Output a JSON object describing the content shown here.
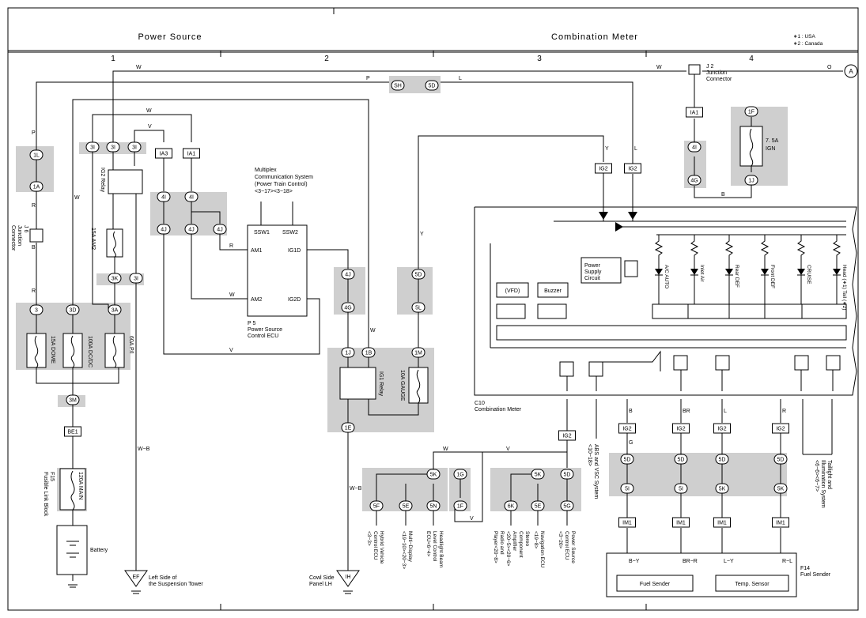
{
  "header": {
    "section_left": "Power Source",
    "section_right": "Combination Meter",
    "notes": [
      "∗1 : USA",
      "∗2 : Canada"
    ],
    "columns": [
      "1",
      "2",
      "3",
      "4"
    ]
  },
  "connectors": {
    "c_1L": "1L",
    "c_1A": "1A",
    "c_3I_a": "3I",
    "c_3I_b": "3I",
    "c_3I_c": "3I",
    "c_IA3": "IA3",
    "c_IA1_a": "IA1",
    "c_IA1_b": "IA1",
    "c_4I_a": "4I",
    "c_4J_a": "4J",
    "c_4I_b": "4I",
    "c_4J_b": "4J",
    "c_4J_c": "4J",
    "c_3K": "3K",
    "c_3I_d": "3I",
    "c_3": "3",
    "c_3D": "3D",
    "c_3A": "3A",
    "c_3M": "3M",
    "c_BE1": "BE1",
    "c_SH": "SH",
    "c_5D_top": "5D",
    "c_4J_d": "4J",
    "c_4G": "4G",
    "c_5D_m": "5D",
    "c_5L": "5L",
    "c_1J": "1J",
    "c_1B": "1B",
    "c_1M": "1M",
    "c_1E": "1E",
    "c_IG2_a": "IG2",
    "c_IG2_b": "IG2",
    "c_4I_c": "4I",
    "c_4G_c": "4G",
    "c_1F": "1F",
    "c_1J_b": "1J",
    "c_IG2_c": "IG2",
    "c_IG2_d": "IG2",
    "c_IG2_e": "IG2",
    "c_IG2_f": "IG2",
    "c_IG2_g": "IG2",
    "c_5D_1": "5D",
    "c_5D_2": "5D",
    "c_5D_3": "5D",
    "c_5D_4": "5D",
    "c_5I_1": "5I",
    "c_5I_2": "5I",
    "c_5K_1": "5K",
    "c_5K_2": "5K",
    "c_IM1_1": "IM1",
    "c_IM1_2": "IM1",
    "c_IM1_3": "IM1",
    "c_IM1_4": "IM1",
    "c_5K_a": "5K",
    "c_5F": "5F",
    "c_5E_a": "5E",
    "c_5N": "5N",
    "c_1G": "1G",
    "c_1F_b": "1F",
    "c_5K_b": "5K",
    "c_5D_b": "5D",
    "c_6K": "6K",
    "c_5E_b": "5E",
    "c_5G": "5G"
  },
  "components": {
    "ig2_relay": "IG2 Relay",
    "am2": "15A AM2",
    "dome": "15A DOME",
    "dcdc": "100A DC/DC",
    "pi": "60A P/I",
    "main": "120A MAIN",
    "fuse_7_5": [
      "7. 5A",
      "IGN"
    ],
    "ig1_relay": "IG1 Relay",
    "gauge": "10A GAUGE",
    "battery": "Battery",
    "j2": [
      "J 2",
      "Junction",
      "Connector"
    ],
    "j6": [
      "J 6",
      "Junction",
      "Connector"
    ],
    "f15": [
      "F15",
      "Fusible Link Block"
    ],
    "p5": [
      "P 5",
      "Power Source",
      "Control ECU"
    ],
    "p5_pins": [
      "SSW1",
      "SSW2",
      "AM1",
      "IG1D",
      "AM2",
      "IG2D"
    ],
    "multiplex": [
      "Multiplex",
      "Communication System",
      "(Power Train Control)",
      "<3−17><3−18>"
    ],
    "c10": [
      "C10",
      "Combination Meter"
    ],
    "psc": [
      "Power",
      "Supply",
      "Circuit"
    ],
    "vfd": "(VFD)",
    "buzzer": "Buzzer",
    "indicators": [
      "A/C AUTO",
      "Inlet Air",
      "Rear DEF",
      "Front DEF",
      "CRUISE",
      "Head (∗1) Tail (∗2)"
    ],
    "fuel_sender": "Fuel Sender",
    "temp_sensor": "Temp. Sensor",
    "f14": [
      "F14",
      "Fuel Sender"
    ],
    "ground_ef": "EF",
    "ground_ih": "IH",
    "ground_ef_label": [
      "Left Side of",
      "the Suspension Tower"
    ],
    "ground_ih_label": [
      "Cowl Side",
      "Panel LH"
    ],
    "terminal_a": "A"
  },
  "destinations": {
    "abs": [
      "ABS and VSC System",
      "<10−18>"
    ],
    "tail": [
      "Taillight and",
      "Illumination System",
      "<6−6><6−7>"
    ],
    "hv": [
      "Hybrid Vehicle",
      "Control ECU",
      "<3−3>"
    ],
    "multi": [
      "Multi−Display",
      "<19−10><20−3>"
    ],
    "beam": [
      "Headlight Beam",
      "Level Control",
      "ECU<6−4>"
    ],
    "stereo": [
      "Stereo",
      "Component",
      "Amplifier",
      "<20−5><20−6>",
      "Radio and",
      "Player<20−8>"
    ],
    "nav": [
      "Navigation ECU",
      "<19−8>"
    ],
    "psecu": [
      "Power Source",
      "Control ECU",
      "<3−20>"
    ]
  },
  "wire_colors": [
    "W",
    "P",
    "L",
    "O",
    "V",
    "R",
    "B",
    "Y",
    "G",
    "BR",
    "W−B",
    "L−Y",
    "R−L",
    "BR−R",
    "B−Y"
  ]
}
